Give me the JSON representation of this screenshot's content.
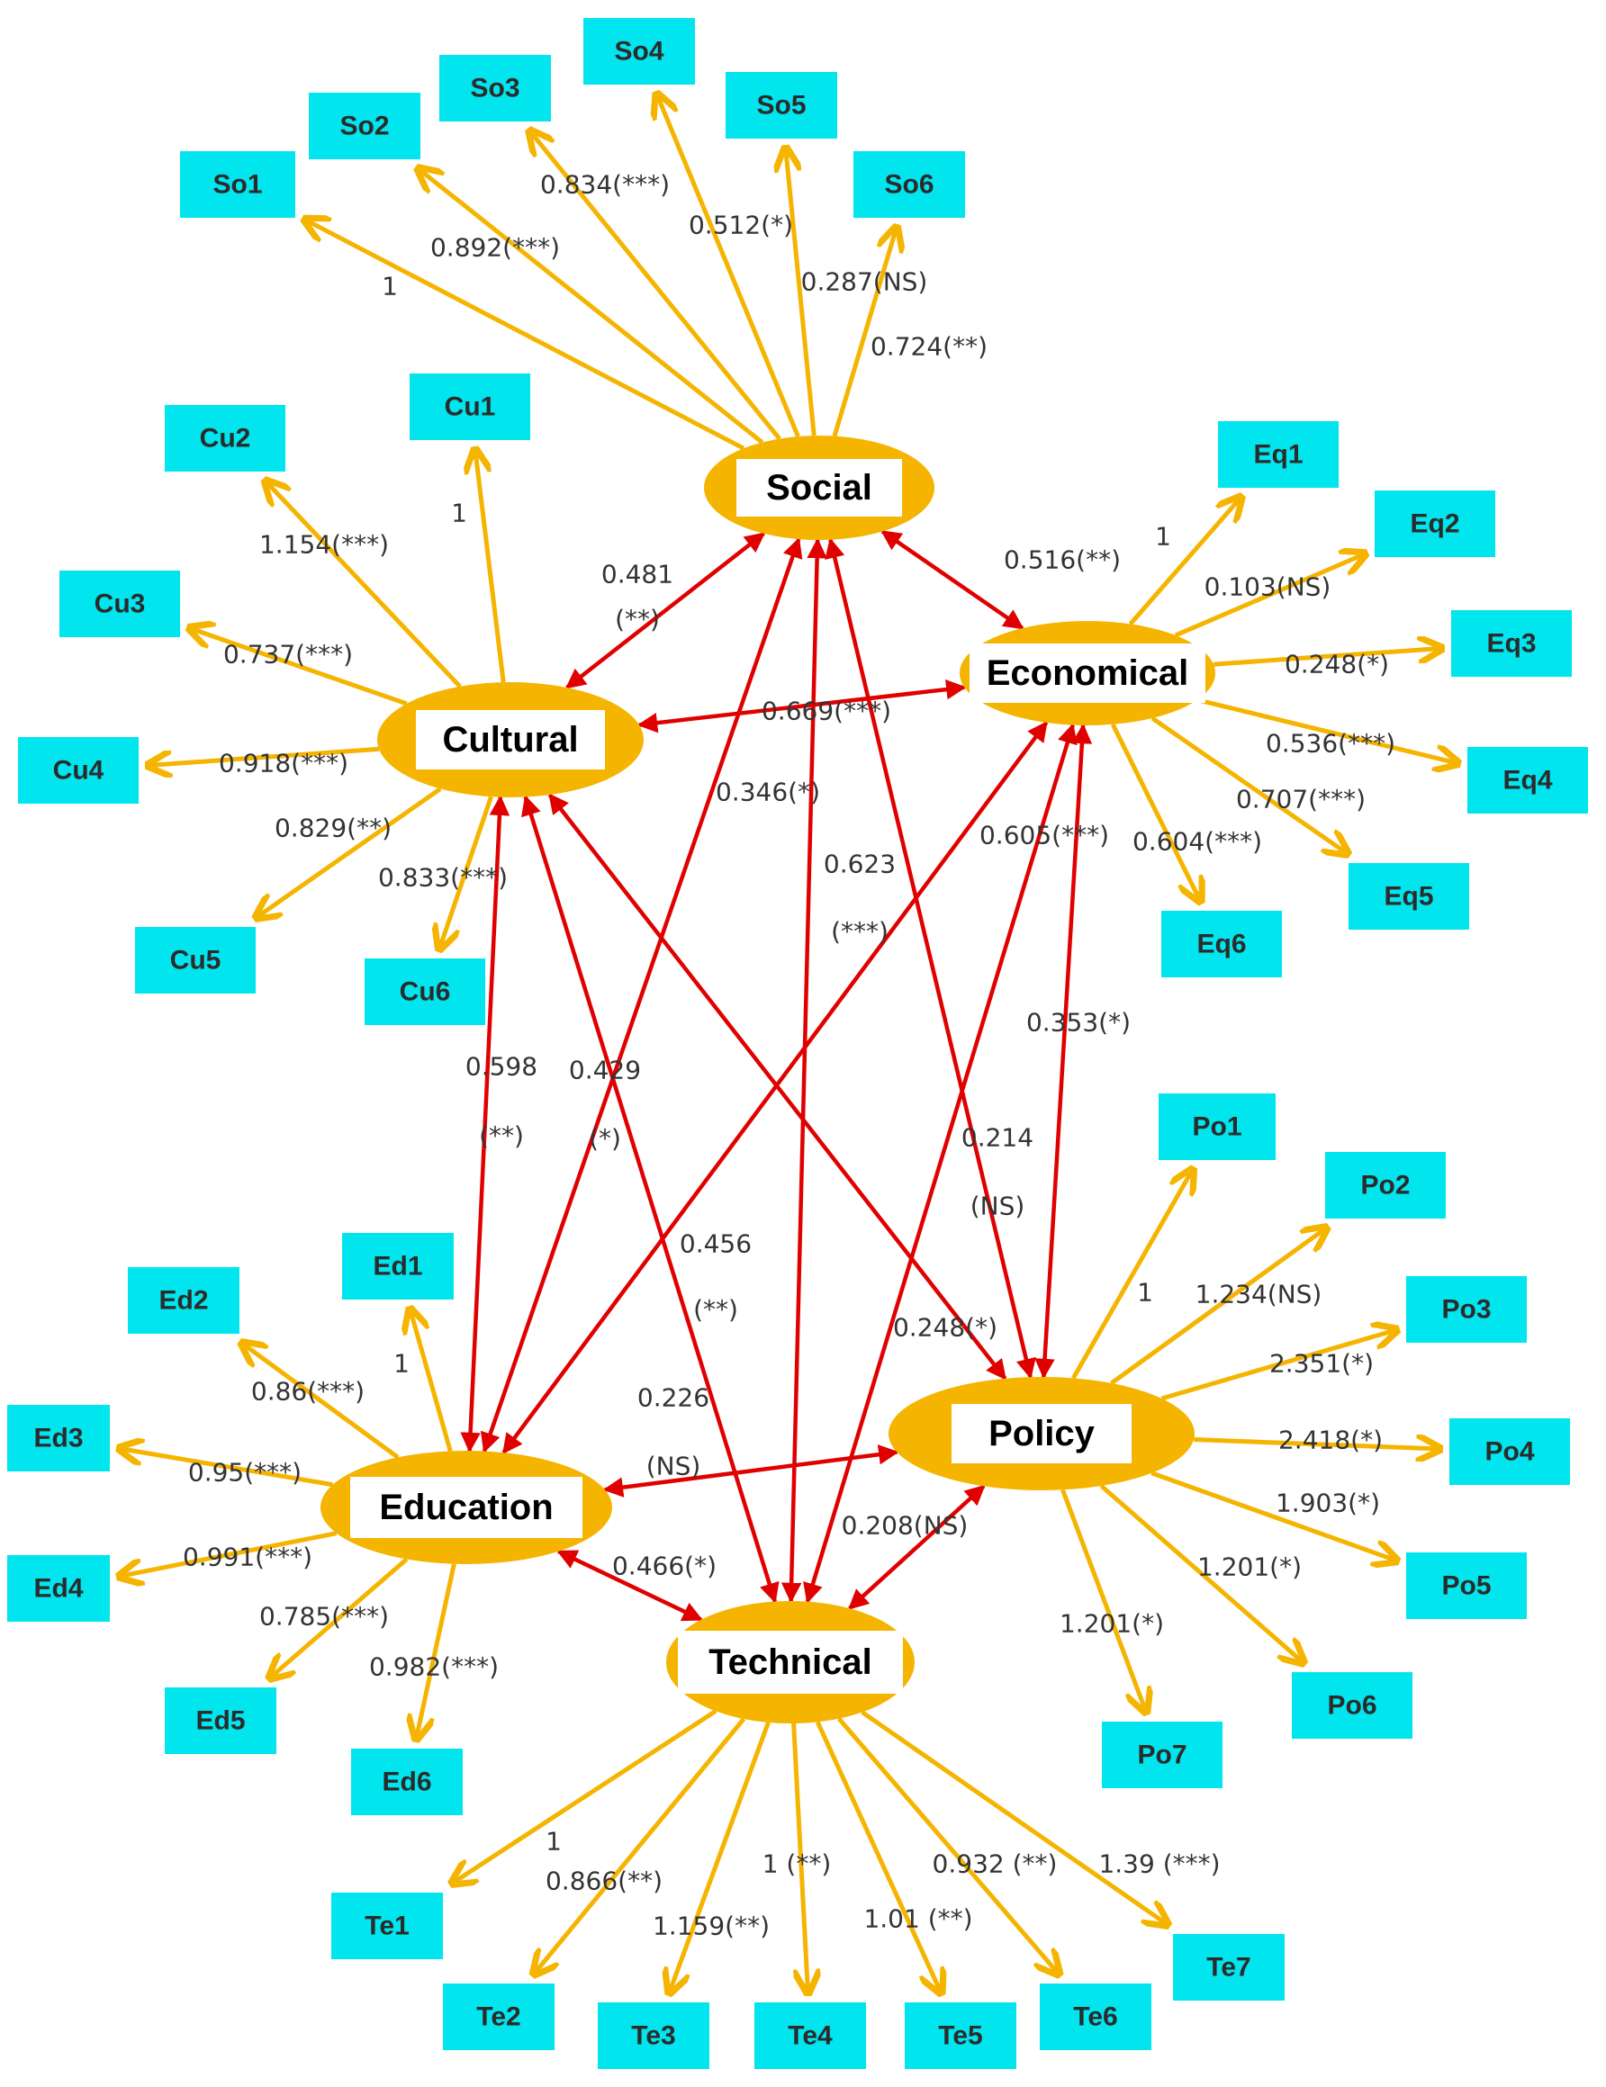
{
  "colors": {
    "indicator_box": "#00e5ee",
    "latent_fill": "#f5b400",
    "loading_arrow": "#f5b400",
    "path_arrow": "#e00000",
    "latent_label_bg": "#ffffff"
  },
  "latent_variables": {
    "social": "Social",
    "cultural": "Cultural",
    "economical": "Economical",
    "education": "Education",
    "policy": "Policy",
    "technical": "Technical"
  },
  "indicators": {
    "So1": "So1",
    "So2": "So2",
    "So3": "So3",
    "So4": "So4",
    "So5": "So5",
    "So6": "So6",
    "Cu1": "Cu1",
    "Cu2": "Cu2",
    "Cu3": "Cu3",
    "Cu4": "Cu4",
    "Cu5": "Cu5",
    "Cu6": "Cu6",
    "Eq1": "Eq1",
    "Eq2": "Eq2",
    "Eq3": "Eq3",
    "Eq4": "Eq4",
    "Eq5": "Eq5",
    "Eq6": "Eq6",
    "Ed1": "Ed1",
    "Ed2": "Ed2",
    "Ed3": "Ed3",
    "Ed4": "Ed4",
    "Ed5": "Ed5",
    "Ed6": "Ed6",
    "Po1": "Po1",
    "Po2": "Po2",
    "Po3": "Po3",
    "Po4": "Po4",
    "Po5": "Po5",
    "Po6": "Po6",
    "Po7": "Po7",
    "Te1": "Te1",
    "Te2": "Te2",
    "Te3": "Te3",
    "Te4": "Te4",
    "Te5": "Te5",
    "Te6": "Te6",
    "Te7": "Te7"
  },
  "loadings": {
    "social": {
      "So1": "1",
      "So2": "0.892(***)",
      "So3": "0.834(***)",
      "So4": "0.512(*)",
      "So5": "0.287(NS)",
      "So6": "0.724(**)"
    },
    "cultural": {
      "Cu1": "1",
      "Cu2": "1.154(***)",
      "Cu3": "0.737(***)",
      "Cu4": "0.918(***)",
      "Cu5": "0.829(**)",
      "Cu6": "0.833(***)"
    },
    "economical": {
      "Eq1": "1",
      "Eq2": "0.103(NS)",
      "Eq3": "0.248(*)",
      "Eq4": "0.536(***)",
      "Eq5": "0.707(***)",
      "Eq6": "0.604(***)"
    },
    "education": {
      "Ed1": "1",
      "Ed2": "0.86(***)",
      "Ed3": "0.95(***)",
      "Ed4": "0.991(***)",
      "Ed5": "0.785(***)",
      "Ed6": "0.982(***)"
    },
    "policy": {
      "Po1": "1",
      "Po2": "1.234(NS)",
      "Po3": "2.351(*)",
      "Po4": "2.418(*)",
      "Po5": "1.903(*)",
      "Po6": "1.201(*)",
      "Po7": "1.201(*)"
    },
    "technical": {
      "Te1": "1",
      "Te2": "0.866(**)",
      "Te3": "1.159(**)",
      "Te4": "1 (**)",
      "Te5": "1.01 (**)",
      "Te6": "0.932 (**)",
      "Te7": "1.39 (***)"
    }
  },
  "paths": {
    "social_cultural": [
      "0.481",
      "(**)"
    ],
    "social_economical": "0.516(**)",
    "cultural_economical": "0.669(***)",
    "social_technical": "0.346(*)",
    "economical_education": [
      "0.623",
      "(***)"
    ],
    "economical_technical": "0.605(***)",
    "economical_policy": "0.353(*)",
    "cultural_education": [
      "0.598",
      "(**)"
    ],
    "social_education": [
      "0.429",
      "(*)"
    ],
    "social_policy": [
      "0.214",
      "(NS)"
    ],
    "cultural_technical": [
      "0.456",
      "(**)"
    ],
    "cultural_policy": "0.248(*)",
    "education_policy": [
      "0.226",
      "(NS)"
    ],
    "education_technical": "0.466(*)",
    "policy_technical": "0.208(NS)"
  }
}
